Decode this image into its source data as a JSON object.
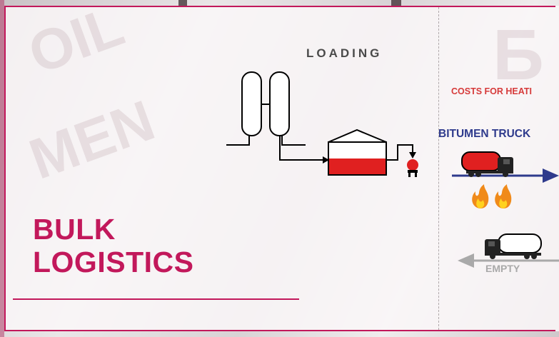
{
  "title": {
    "line1": "BULK",
    "line2": "LOGISTICS"
  },
  "loading_label": "LOADING",
  "costs_label": "COSTS FOR HEATI",
  "truck_label": "BITUMEN TRUCK",
  "empty_label": "EMPTY",
  "watermarks": [
    "OIL",
    "MEN",
    "Б"
  ],
  "colors": {
    "brand": "#c2185b",
    "truck_red": "#e02020",
    "arrow_blue": "#2e3a8c",
    "arrow_grey": "#a9a9a9",
    "cost_red": "#d63a3a"
  },
  "icons": [
    "storage-tank-icon",
    "pipe-icon",
    "container-icon",
    "fire-icon",
    "truck-icon"
  ]
}
